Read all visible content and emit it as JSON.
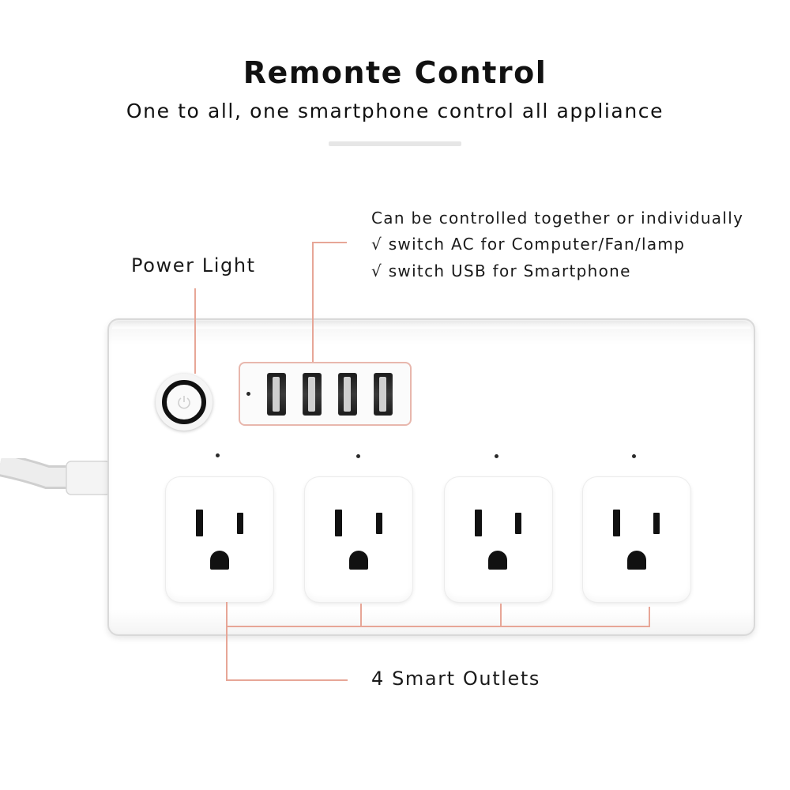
{
  "header": {
    "title": "Remonte Control",
    "subtitle": "One to all, one smartphone control all appliance"
  },
  "callouts": {
    "usb": {
      "line1": "Can be controlled together or individually",
      "line2": "√ switch AC for Computer/Fan/lamp",
      "line3": "√ switch USB for Smartphone"
    },
    "power_light": "Power Light",
    "outlets": "4 Smart Outlets"
  },
  "product": {
    "usb_port_count": 4,
    "outlet_count": 4,
    "icons": [
      "power-icon",
      "usb-port",
      "outlet-socket",
      "led-indicator"
    ]
  },
  "colors": {
    "callout_line": "#e7a697",
    "background": "#ffffff",
    "strip": "#ffffff",
    "slot": "#111111"
  }
}
